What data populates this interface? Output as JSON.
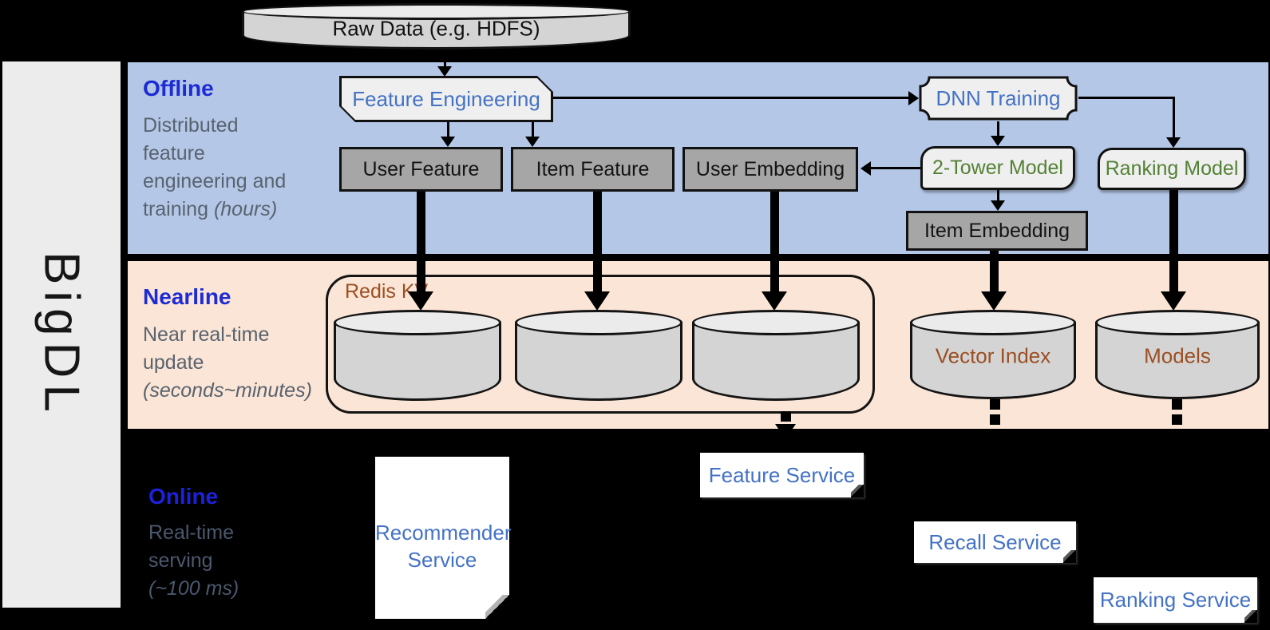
{
  "brand": "BigDL",
  "colors": {
    "background": "#000000",
    "offline_lane": "#b4c7e7",
    "nearline_lane": "#fbe5d6",
    "brand_bar": "#ececec",
    "heading_blue": "#1c2bd3",
    "node_blue_text": "#4472c4",
    "node_green_text": "#538135",
    "node_brown_text": "#9b4f23",
    "gray_node": "#a6a6a6",
    "light_node": "#efefef",
    "cylinder": "#d4d4d4"
  },
  "source": {
    "label": "Raw Data (e.g. HDFS)"
  },
  "lanes": {
    "offline": {
      "title": "Offline",
      "desc_lines": [
        "Distributed",
        "feature",
        "engineering and"
      ],
      "desc_last": "training",
      "desc_note": "(hours)"
    },
    "nearline": {
      "title": "Nearline",
      "desc_lines": [
        "Near real-time",
        "update"
      ],
      "desc_last": "",
      "desc_note": "(seconds~minutes)"
    },
    "online": {
      "title": "Online",
      "desc_lines": [
        "Real-time",
        "serving"
      ],
      "desc_last": "",
      "desc_note": "(~100 ms)"
    }
  },
  "offline_nodes": {
    "feature_engineering": "Feature Engineering",
    "dnn_training": "DNN Training",
    "user_feature": "User Feature",
    "item_feature": "Item Feature",
    "user_embedding": "User Embedding",
    "two_tower_model": "2-Tower Model",
    "ranking_model": "Ranking Model",
    "item_embedding": "Item Embedding"
  },
  "nearline_nodes": {
    "redis_group": "Redis KV",
    "vector_index": "Vector Index",
    "models": "Models"
  },
  "online_nodes": {
    "recommender_line1": "Recommender",
    "recommender_line2": "Service",
    "feature_service": "Feature Service",
    "recall_service": "Recall Service",
    "ranking_service": "Ranking Service"
  }
}
